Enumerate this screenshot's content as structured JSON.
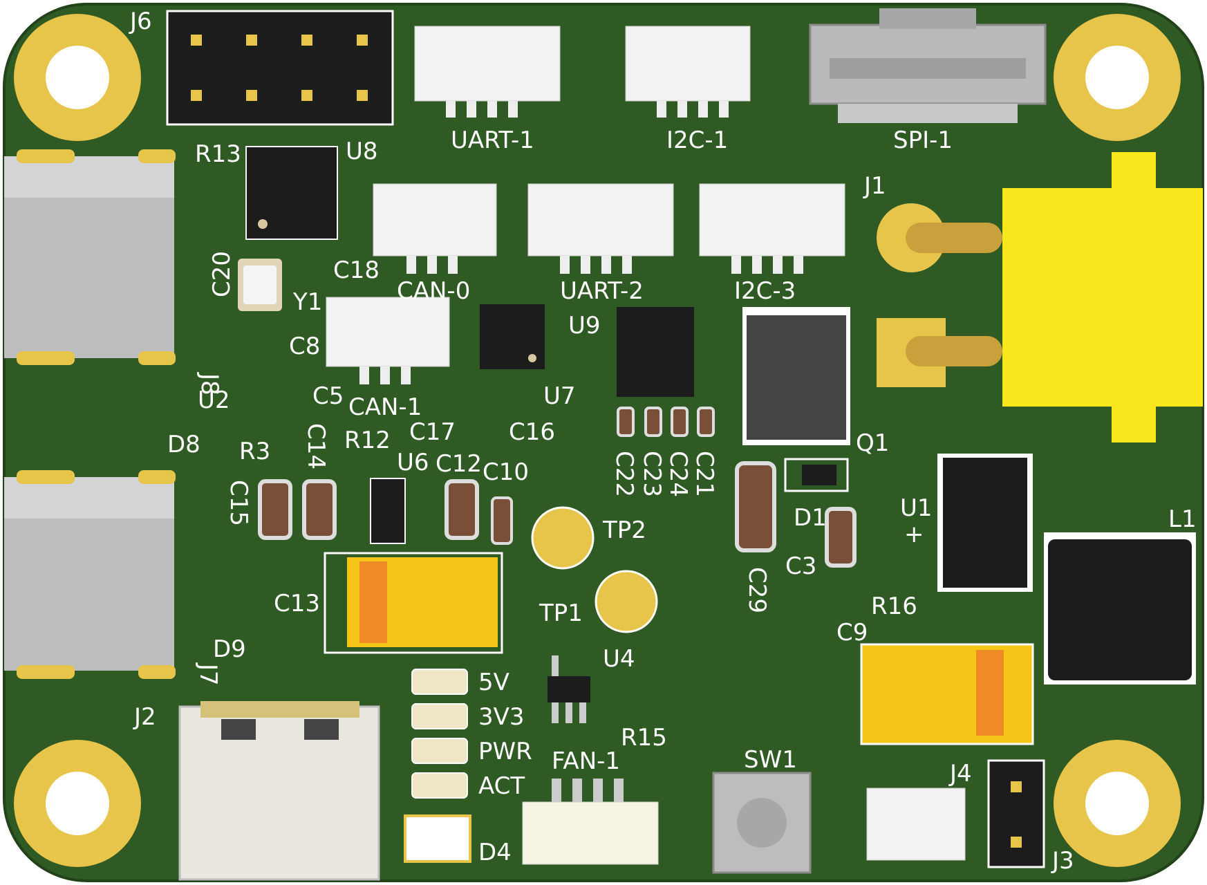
{
  "colors": {
    "board": "#2f5a24",
    "board_edge": "#22421a",
    "pad_gold": "#e6c54a",
    "silk": "#ffffff",
    "ic_black": "#1c1c1c",
    "cap_brown": "#7a4f38",
    "tantalum": "#f5c518",
    "tantalum_stripe": "#f08a24",
    "relay_yellow": "#f8e71c",
    "connector_white": "#f2f2f2",
    "metal_grey": "#b9b9b9"
  },
  "labels": {
    "J6": "J6",
    "UART-1": "UART-1",
    "I2C-1": "I2C-1",
    "SPI-1": "SPI-1",
    "R13": "R13",
    "U8": "U8",
    "J1": "J1",
    "C20": "C20",
    "C18": "C18",
    "Y1": "Y1",
    "CAN-0": "CAN-0",
    "UART-2": "UART-2",
    "I2C-3": "I2C-3",
    "C8": "C8",
    "U9": "U9",
    "J8": "J8",
    "U2": "U2",
    "C5": "C5",
    "CAN-1": "CAN-1",
    "U7": "U7",
    "C17": "C17",
    "C16": "C16",
    "D8": "D8",
    "R3": "R3",
    "C14": "C14",
    "R12": "R12",
    "C22": "C22",
    "C23": "C23",
    "C24": "C24",
    "C21": "C21",
    "Q1": "Q1",
    "U6": "U6",
    "C12": "C12",
    "C10": "C10",
    "C15": "C15",
    "TP2": "TP2",
    "D1": "D1",
    "U1": "U1",
    "plus": "+",
    "L1": "L1",
    "C29": "C29",
    "C3": "C3",
    "C13": "C13",
    "TP1": "TP1",
    "R16": "R16",
    "C9": "C9",
    "D9": "D9",
    "J7": "J7",
    "U4": "U4",
    "J2": "J2",
    "5V": "5V",
    "3V3": "3V3",
    "PWR": "PWR",
    "R15": "R15",
    "FAN-1": "FAN-1",
    "SW1": "SW1",
    "ACT": "ACT",
    "J4": "J4",
    "D4": "D4",
    "J3": "J3"
  },
  "icons": {
    "mounting_hole": "mounting-hole-icon",
    "relay": "relay-icon",
    "usb_c": "usb-c-connector-icon"
  }
}
